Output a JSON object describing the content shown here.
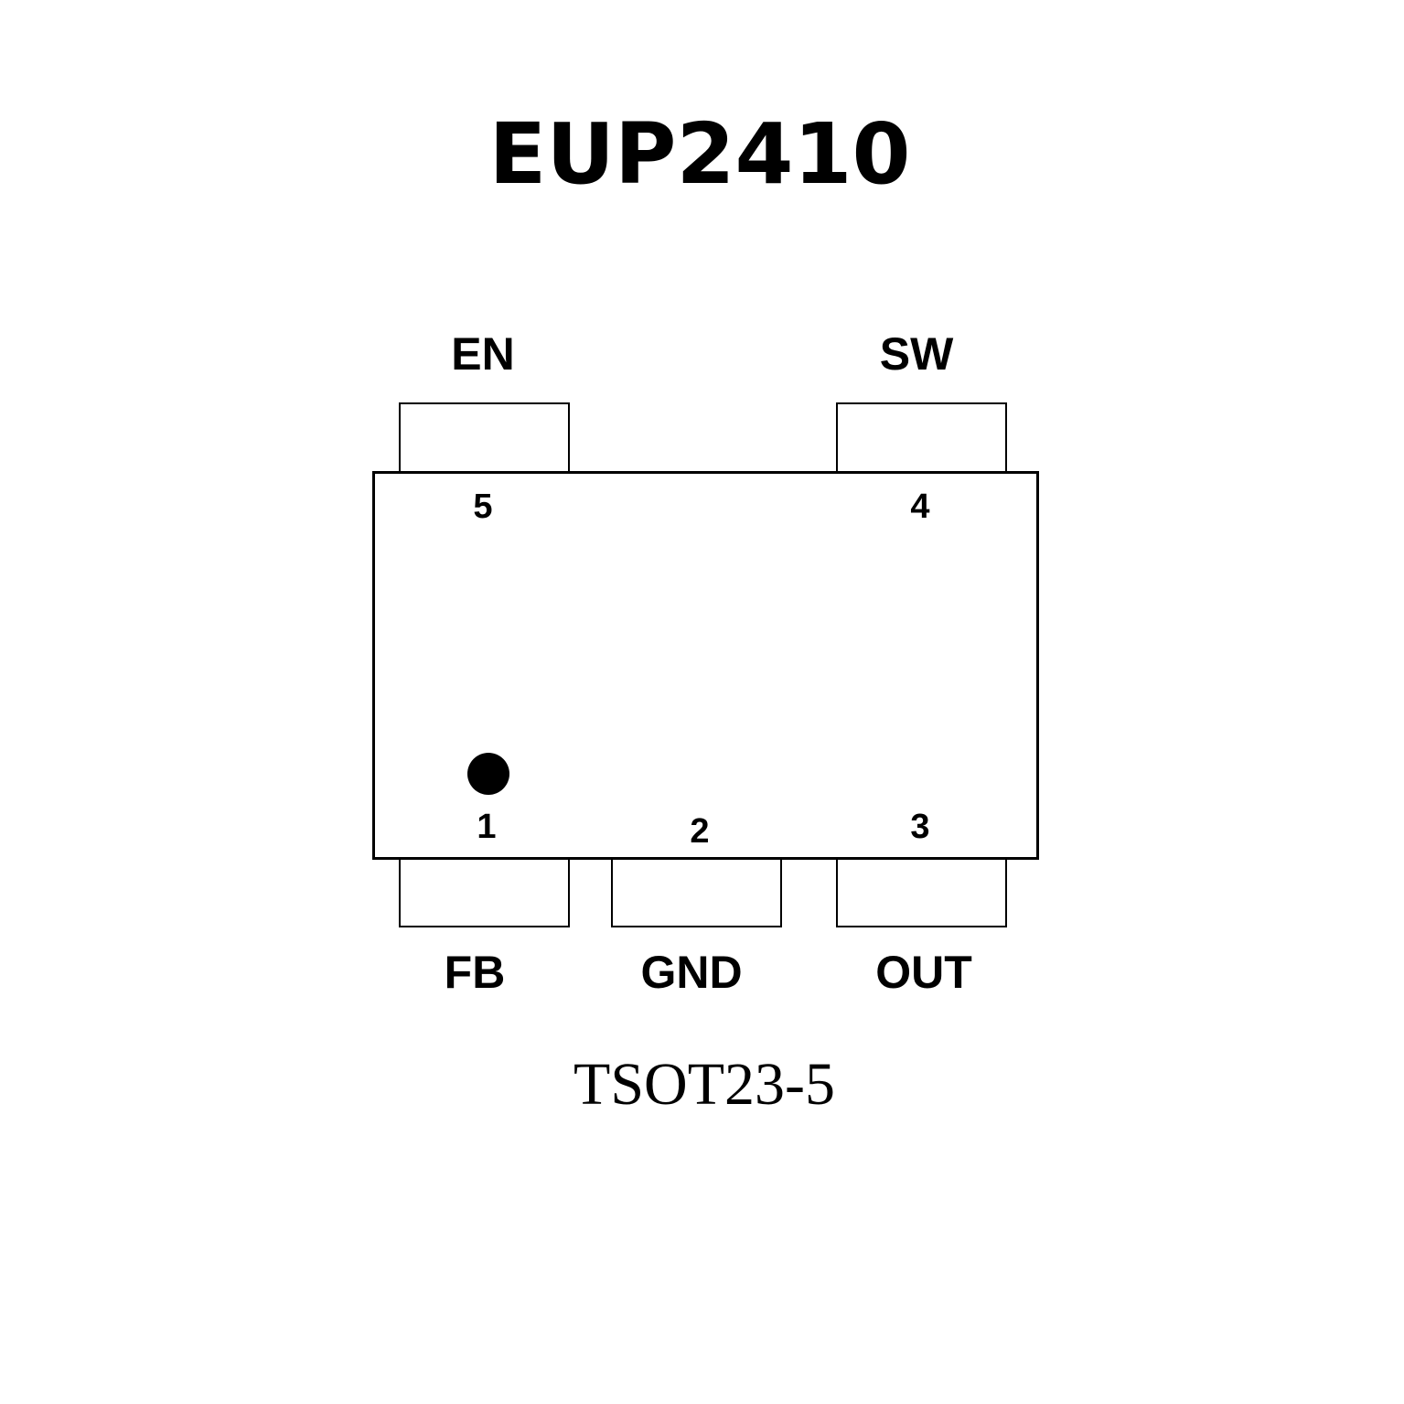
{
  "title": "EUP2410",
  "package": "TSOT23-5",
  "pins": [
    {
      "number": "1",
      "name": "FB"
    },
    {
      "number": "2",
      "name": "GND"
    },
    {
      "number": "3",
      "name": "OUT"
    },
    {
      "number": "4",
      "name": "SW"
    },
    {
      "number": "5",
      "name": "EN"
    }
  ]
}
